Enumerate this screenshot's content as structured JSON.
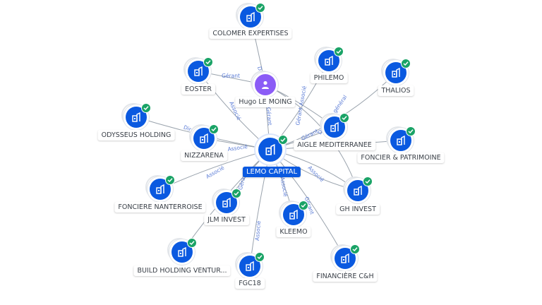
{
  "center": {
    "name": "LEMO CAPITAL",
    "icon": "building-icon"
  },
  "person": {
    "name": "Hugo LE MOING",
    "icon": "person-icon"
  },
  "companies": [
    {
      "id": "colomer",
      "name": "COLOMER EXPERTISES"
    },
    {
      "id": "philemo",
      "name": "PHILEMO"
    },
    {
      "id": "thalios",
      "name": "THALIOS"
    },
    {
      "id": "eoster",
      "name": "EOSTER"
    },
    {
      "id": "odysseus",
      "name": "ODYSSEUS HOLDING"
    },
    {
      "id": "nizzarena",
      "name": "NIZZARENA"
    },
    {
      "id": "aigle",
      "name": "AIGLE MEDITERRANEE"
    },
    {
      "id": "foncier",
      "name": "FONCIER & PATRIMOINE"
    },
    {
      "id": "nanterroise",
      "name": "FONCIERE NANTERROISE"
    },
    {
      "id": "jlm",
      "name": "JLM INVEST"
    },
    {
      "id": "kleemo",
      "name": "KLEEMO"
    },
    {
      "id": "ghinvest",
      "name": "GH INVEST"
    },
    {
      "id": "build",
      "name": "BUILD HOLDING VENTUR..."
    },
    {
      "id": "fgc18",
      "name": "FGC18"
    },
    {
      "id": "financiere",
      "name": "FINANCIÈRE C&H"
    }
  ],
  "edge_labels": {
    "gerant": "Gérant",
    "associe": "Associé",
    "dir": "Dir",
    "direct": "Direct",
    "gerant_associe": "Gérant Associé",
    "directeur_general": "Directeur général"
  },
  "colors": {
    "accent": "#0a59e0",
    "check": "#1aa366",
    "person": "#8b5cf6",
    "edge": "#9aa3ad"
  }
}
